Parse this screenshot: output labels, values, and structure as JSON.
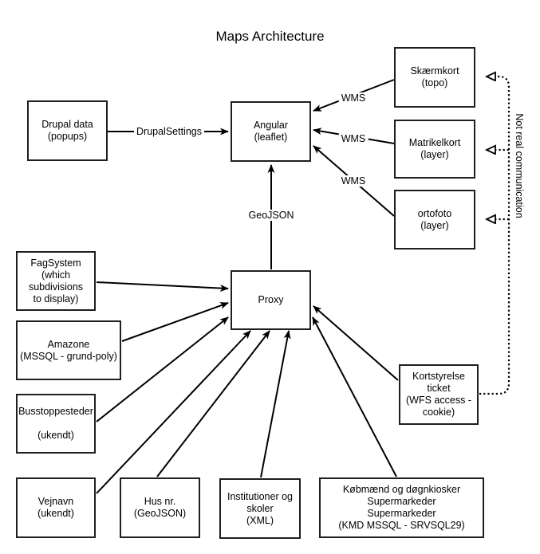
{
  "title": "Maps Architecture",
  "colors": {
    "line": "#000000",
    "box_border": "#1f1f1f",
    "background": "#ffffff"
  },
  "nodes": {
    "skaermkort": {
      "label": "Skærmkort\n(topo)"
    },
    "drupal": {
      "label": "Drupal data\n(popups)"
    },
    "angular": {
      "label": "Angular\n(leaflet)"
    },
    "matrikelkort": {
      "label": "Matrikelkort\n(layer)"
    },
    "ortofoto": {
      "label": "ortofoto\n(layer)"
    },
    "fagsystem": {
      "label": "FagSystem\n(which\nsubdivisions\nto display)"
    },
    "amazone": {
      "label": "Amazone\n(MSSQL - grund-poly)"
    },
    "proxy": {
      "label": "Proxy"
    },
    "busstoppesteder": {
      "label": "Busstoppesteder\n\n(ukendt)"
    },
    "kortstyrelse": {
      "label": "Kortstyrelse\nticket\n(WFS access -\ncookie)"
    },
    "vejnavn": {
      "label": "Vejnavn\n(ukendt)"
    },
    "husnr": {
      "label": "Hus nr.\n(GeoJSON)"
    },
    "institutioner": {
      "label": "Institutioner og\nskoler\n(XML)"
    },
    "koebmaend": {
      "label": "Købmænd og døgnkiosker\nSupermarkeder\nSupermarkeder\n(KMD MSSQL - SRVSQL29)"
    }
  },
  "edge_labels": {
    "drupalsettings": "DrupalSettings",
    "wms_top": "WMS",
    "wms_mid": "WMS",
    "wms_bottom": "WMS",
    "geojson": "GeoJSON",
    "not_real_communication": "Not real communication"
  },
  "edges": [
    {
      "from": "drupal",
      "to": "angular",
      "label": "DrupalSettings",
      "style": "solid"
    },
    {
      "from": "skaermkort",
      "to": "angular",
      "label": "WMS",
      "style": "solid"
    },
    {
      "from": "matrikelkort",
      "to": "angular",
      "label": "WMS",
      "style": "solid"
    },
    {
      "from": "ortofoto",
      "to": "angular",
      "label": "WMS",
      "style": "solid"
    },
    {
      "from": "proxy",
      "to": "angular",
      "label": "GeoJSON",
      "style": "solid"
    },
    {
      "from": "fagsystem",
      "to": "proxy",
      "label": "",
      "style": "solid"
    },
    {
      "from": "amazone",
      "to": "proxy",
      "label": "",
      "style": "solid"
    },
    {
      "from": "busstoppesteder",
      "to": "proxy",
      "label": "",
      "style": "solid"
    },
    {
      "from": "vejnavn",
      "to": "proxy",
      "label": "",
      "style": "solid"
    },
    {
      "from": "husnr",
      "to": "proxy",
      "label": "",
      "style": "solid"
    },
    {
      "from": "institutioner",
      "to": "proxy",
      "label": "",
      "style": "solid"
    },
    {
      "from": "kortstyrelse",
      "to": "proxy",
      "label": "",
      "style": "solid"
    },
    {
      "from": "koebmaend",
      "to": "proxy",
      "label": "",
      "style": "solid"
    },
    {
      "from": "kortstyrelse",
      "to": "skaermkort",
      "label": "Not real communication",
      "style": "dotted"
    },
    {
      "from": "kortstyrelse",
      "to": "matrikelkort",
      "label": "Not real communication",
      "style": "dotted"
    },
    {
      "from": "kortstyrelse",
      "to": "ortofoto",
      "label": "Not real communication",
      "style": "dotted"
    }
  ]
}
